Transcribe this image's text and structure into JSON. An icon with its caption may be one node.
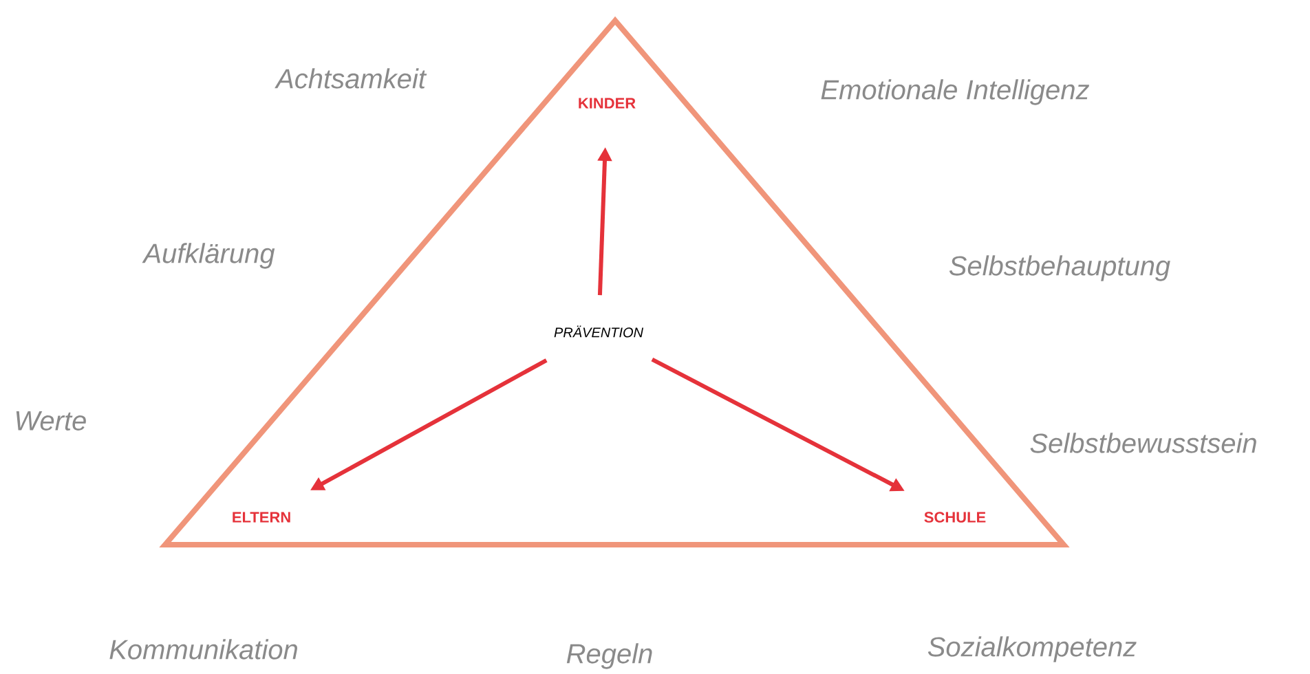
{
  "diagram": {
    "nodes": [
      {
        "text": [
          "PRÄVENTION"
        ]
      },
      {
        "text": [
          "KINDER"
        ]
      },
      {
        "text": [
          "ELTERN"
        ]
      },
      {
        "text": [
          "SCHULE"
        ]
      }
    ],
    "edges": [
      {
        "from": 0,
        "to": 1,
        "arrow": "to"
      },
      {
        "from": 0,
        "to": 2,
        "arrow": "to"
      },
      {
        "from": 0,
        "to": 3,
        "arrow": "to"
      }
    ],
    "labels": [
      "Achtsamkeit",
      "Emotionale Intelligenz",
      "Aufklärung",
      "Selbstbehauptung",
      "Werte",
      "Selbstbewusstsein",
      "Kommunikation",
      "Regeln",
      "Sozialkompetenz"
    ]
  }
}
